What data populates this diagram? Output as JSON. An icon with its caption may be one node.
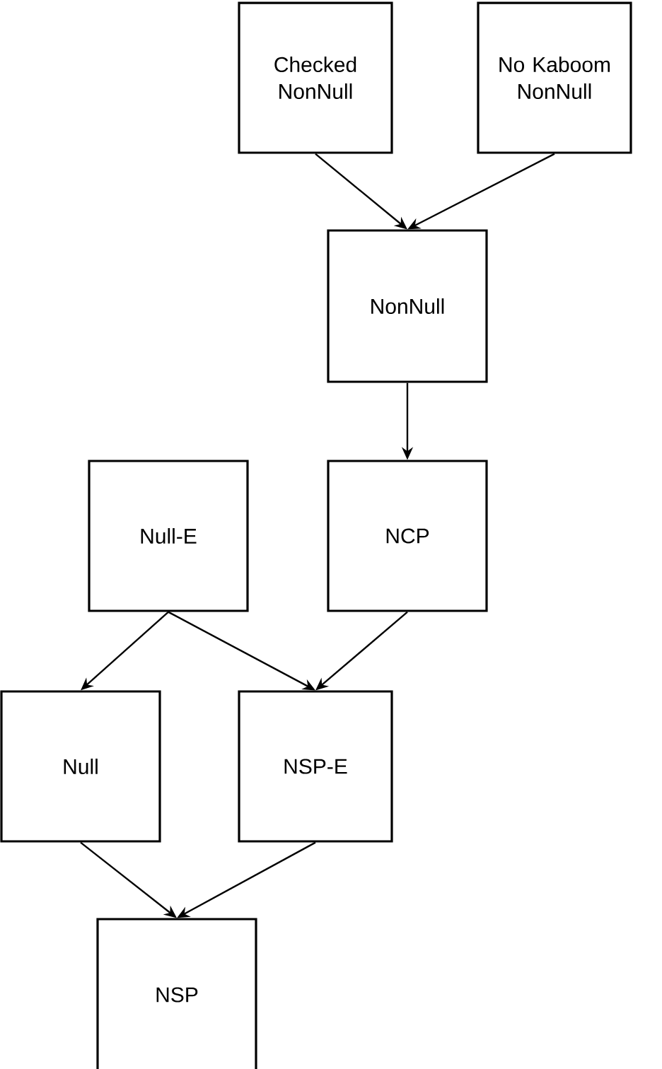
{
  "diagram": {
    "nodes": [
      {
        "text": [
          "Checked NonNull"
        ]
      },
      {
        "text": [
          "No Kaboom NonNull"
        ]
      },
      {
        "text": [
          "NonNull"
        ]
      },
      {
        "text": [
          "Null-E"
        ]
      },
      {
        "text": [
          "NCP"
        ]
      },
      {
        "text": [
          "Null"
        ]
      },
      {
        "text": [
          "NSP-E"
        ]
      },
      {
        "text": [
          "NSP"
        ]
      }
    ],
    "edges": [
      {
        "from": 0,
        "to": 2,
        "arrow": "to"
      },
      {
        "from": 1,
        "to": 2,
        "arrow": "to"
      },
      {
        "from": 2,
        "to": 4,
        "arrow": "to"
      },
      {
        "from": 3,
        "to": 5,
        "arrow": "to"
      },
      {
        "from": 3,
        "to": 6,
        "arrow": "to"
      },
      {
        "from": 4,
        "to": 6,
        "arrow": "to"
      },
      {
        "from": 5,
        "to": 7,
        "arrow": "to"
      },
      {
        "from": 6,
        "to": 7,
        "arrow": "to"
      }
    ]
  }
}
